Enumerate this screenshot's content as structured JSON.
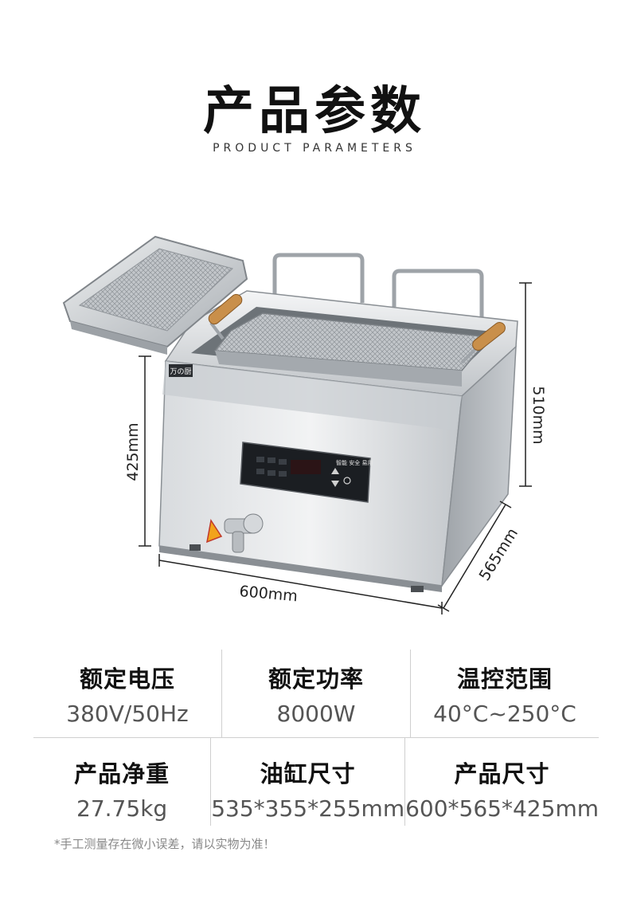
{
  "header": {
    "title": "产品参数",
    "subtitle": "PRODUCT PARAMETERS"
  },
  "product": {
    "brand_badge": "万の厨",
    "panel_text": "智能 安全 易用",
    "dimensions": {
      "height_front": "425mm",
      "height_total": "510mm",
      "width": "600mm",
      "depth": "565mm"
    },
    "colors": {
      "steel_light": "#e6e8ea",
      "steel_mid": "#b9bdc1",
      "steel_dark": "#7d8287",
      "panel": "#1b1e22",
      "wood": "#c98f4a",
      "warning": "#f2a31b"
    }
  },
  "specs": {
    "rows": [
      [
        {
          "label": "额定电压",
          "value": "380V/50Hz"
        },
        {
          "label": "额定功率",
          "value": "8000W"
        },
        {
          "label": "温控范围",
          "value": "40°C~250°C"
        }
      ],
      [
        {
          "label": "产品净重",
          "value": "27.75kg"
        },
        {
          "label": "油缸尺寸",
          "value": "535*355*255mm"
        },
        {
          "label": "产品尺寸",
          "value": "600*565*425mm"
        }
      ]
    ]
  },
  "footnote": "*手工测量存在微小误差，请以实物为准！"
}
